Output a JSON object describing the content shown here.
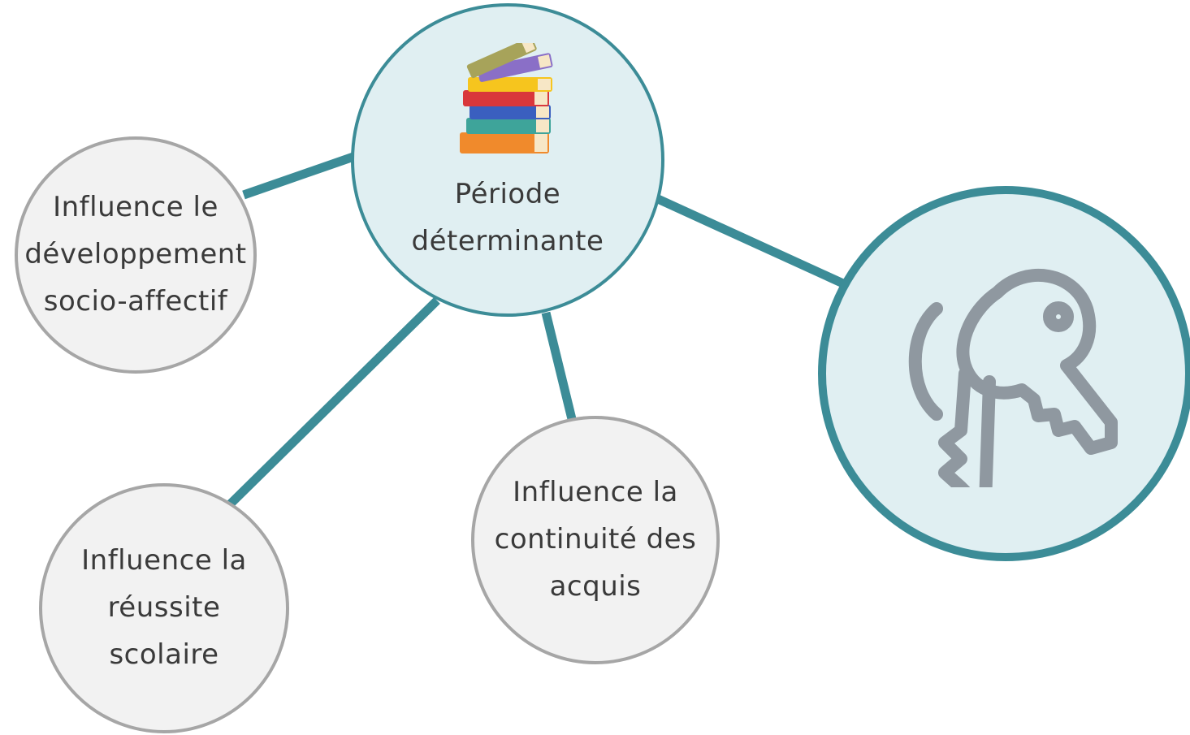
{
  "colors": {
    "connector": "#3c8c97",
    "teal_border": "#3c8c97",
    "teal_fill": "#e0eff2",
    "grey_border": "#a6a6a6",
    "grey_fill": "#f2f2f2",
    "key_icon": "#8f98a0"
  },
  "center": {
    "icon": "books-stack-icon",
    "line1": "Période",
    "line2": "déterminante"
  },
  "nodes": {
    "socio": {
      "line1": "Influence le",
      "line2": "développement",
      "line3": "socio-affectif"
    },
    "scolaire": {
      "line1": "Influence la",
      "line2": "réussite",
      "line3": "scolaire"
    },
    "continuite": {
      "line1": "Influence la",
      "line2": "continuité des",
      "line3": "acquis"
    },
    "key": {
      "icon": "keys-icon"
    }
  }
}
